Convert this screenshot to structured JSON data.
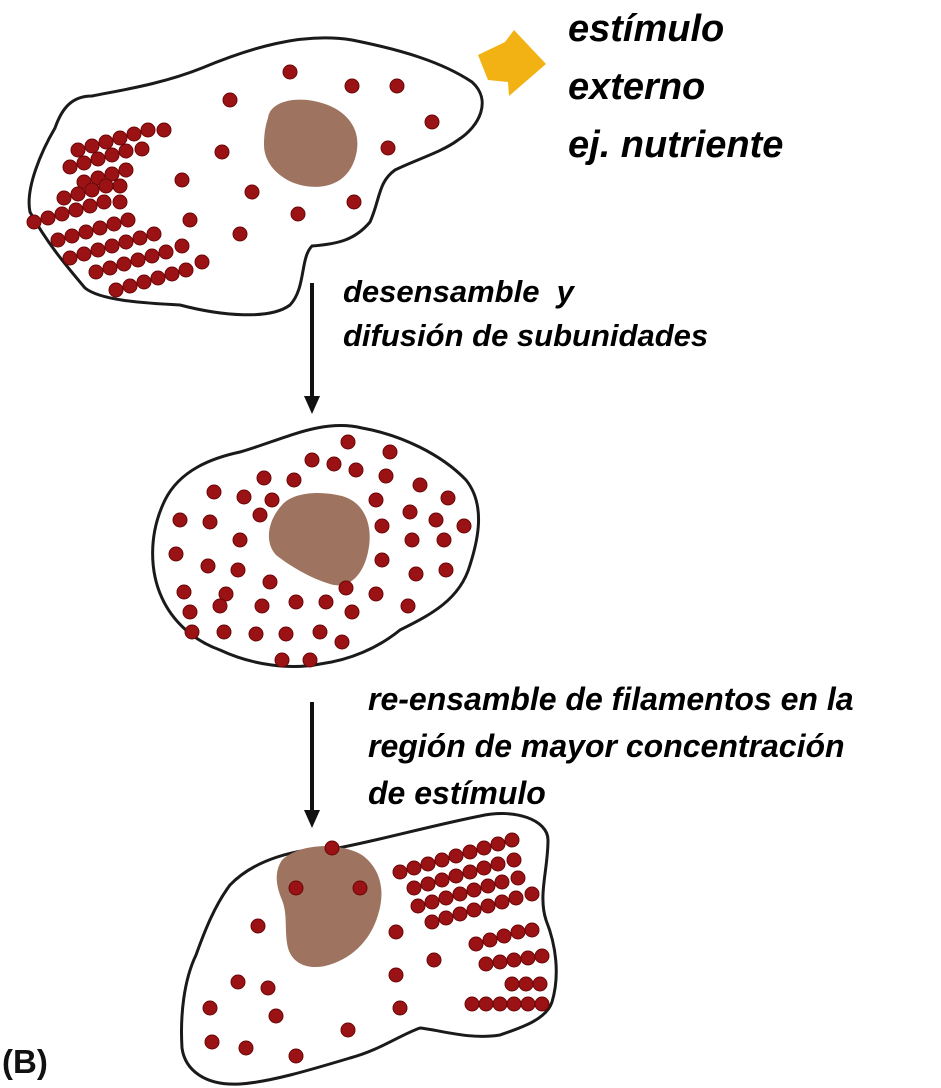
{
  "labels": {
    "stimulus": [
      "estímulo",
      "externo",
      "ej. nutriente"
    ],
    "step1": [
      "desensamble  y",
      "difusión de subunidades"
    ],
    "step2": [
      "re-ensamble de filamentos en la",
      "región de mayor concentración",
      "de estímulo"
    ],
    "panel": "(B)"
  },
  "colors": {
    "subunit": "#9b1214",
    "subunit_stroke": "#6a0608",
    "nucleus": "#9e7460",
    "membrane": "#1a1a1a",
    "stimulus_arrow": "#f2b213",
    "arrow": "#111111"
  },
  "icons": {
    "stimulus": "stimulus-arrow-icon",
    "transition": "down-arrow-icon"
  }
}
